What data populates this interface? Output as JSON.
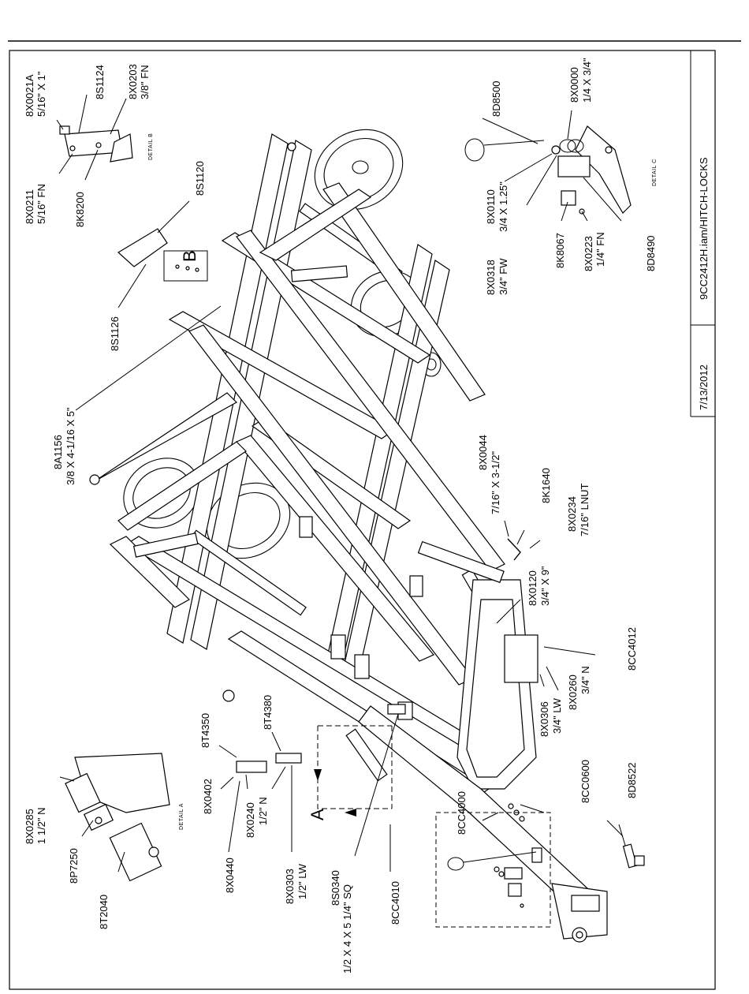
{
  "title_block": {
    "drawing_name": "9CC2412H.iam/HITCH-LOCKS",
    "date": "7/13/2012"
  },
  "details": {
    "a": "DETAIL A",
    "b": "DETAIL B",
    "c": "DETAIL C"
  },
  "view_letters": {
    "a": "A",
    "b": "B"
  },
  "parts": {
    "p8X0021A": {
      "num": "8X0021A",
      "desc": "5/16\" X 1\""
    },
    "p8S1124": {
      "num": "8S1124"
    },
    "p8X0203": {
      "num": "8X0203",
      "desc": "3/8\" FN"
    },
    "p8X0211": {
      "num": "8X0211",
      "desc": "5/16\" FN"
    },
    "p8K8200": {
      "num": "8K8200"
    },
    "p8S1120": {
      "num": "8S1120"
    },
    "p8S1126": {
      "num": "8S1126"
    },
    "p8A1156": {
      "num": "8A1156",
      "desc": "3/8 X 4-1/16 X 5\""
    },
    "p8D8500": {
      "num": "8D8500"
    },
    "p8X0000": {
      "num": "8X0000",
      "desc": "1/4 X 3/4\""
    },
    "p8X0110": {
      "num": "8X0110",
      "desc": "3/4 X 1.25\""
    },
    "p8X0318": {
      "num": "8X0318",
      "desc": "3/4\" FW"
    },
    "p8K8067": {
      "num": "8K8067"
    },
    "p8X0223": {
      "num": "8X0223",
      "desc": "1/4\" FN"
    },
    "p8D8490": {
      "num": "8D8490"
    },
    "p8X0044": {
      "num": "8X0044",
      "desc": "7/16\" X 3-1/2\""
    },
    "p8K1640": {
      "num": "8K1640"
    },
    "p8X0234": {
      "num": "8X0234",
      "desc": "7/16\" LNUT"
    },
    "p8X0120": {
      "num": "8X0120",
      "desc": "3/4\" X 9\""
    },
    "p8CC4012": {
      "num": "8CC4012"
    },
    "p8X0306": {
      "num": "8X0306",
      "desc": "3/4\" LW"
    },
    "p8X0260": {
      "num": "8X0260",
      "desc": "3/4\" N"
    },
    "p8T4350": {
      "num": "8T4350"
    },
    "p8T4380": {
      "num": "8T4380"
    },
    "p8X0402": {
      "num": "8X0402"
    },
    "p8X0240": {
      "num": "8X0240",
      "desc": "1/2\" N"
    },
    "p8X0303": {
      "num": "8X0303",
      "desc": "1/2\" LW"
    },
    "p8X0440": {
      "num": "8X0440"
    },
    "p8S0340": {
      "num": "8S0340",
      "desc": "1/2 X 4 X 5 1/4\" SQ"
    },
    "p8CC4010": {
      "num": "8CC4010"
    },
    "p8CC4000": {
      "num": "8CC4000"
    },
    "p8CC0600": {
      "num": "8CC0600"
    },
    "p8D8522": {
      "num": "8D8522"
    },
    "p8X0285": {
      "num": "8X0285",
      "desc": "1 1/2\" N"
    },
    "p8P7250": {
      "num": "8P7250"
    },
    "p8T2040": {
      "num": "8T2040"
    }
  }
}
